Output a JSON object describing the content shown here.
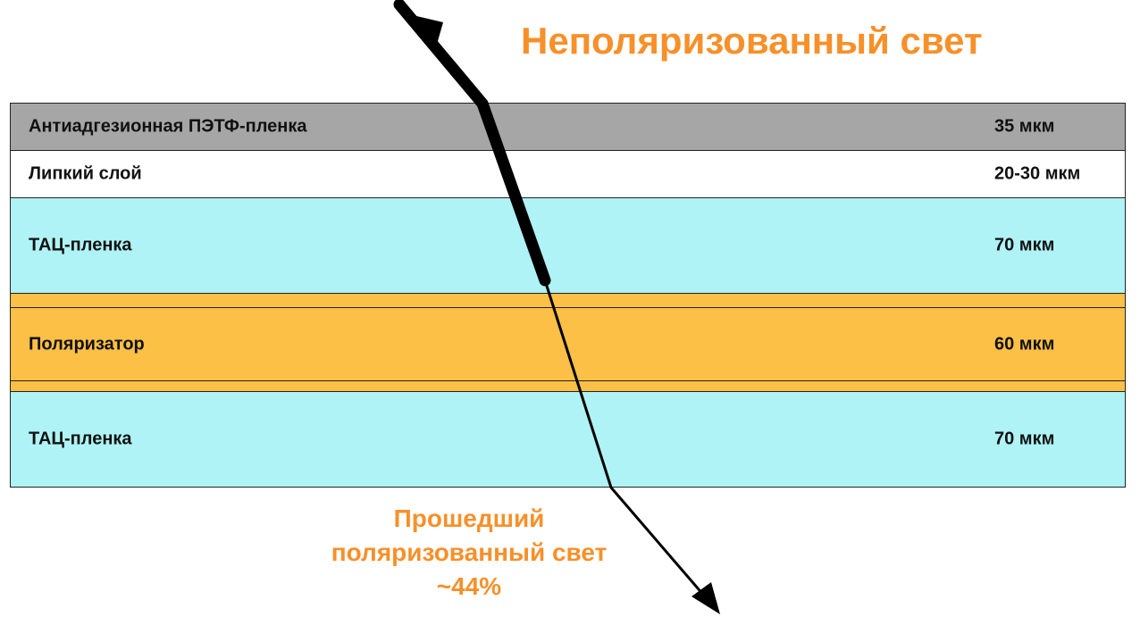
{
  "title": "Неполяризованный свет",
  "colors": {
    "accent": "#f7902a",
    "pet_film": "#a6a6a6",
    "adhesive": "#ffffff",
    "tac_film": "#aff3f6",
    "polarizer": "#fbc045",
    "polarizer_border": "#fbc045",
    "ray": "#000000"
  },
  "layers": [
    {
      "name": "Антиадгезионная ПЭТФ-пленка",
      "thickness": "35 мкм"
    },
    {
      "name": "Липкий слой",
      "thickness": "20-30 мкм"
    },
    {
      "name": "ТАЦ-пленка",
      "thickness": "70 мкм"
    },
    {
      "name": "Поляризатор",
      "thickness": "60 мкм"
    },
    {
      "name": "ТАЦ-пленка",
      "thickness": "70 мкм"
    }
  ],
  "caption": {
    "line1": "Прошедший",
    "line2": "поляризованный свет",
    "line3": "~44%"
  }
}
